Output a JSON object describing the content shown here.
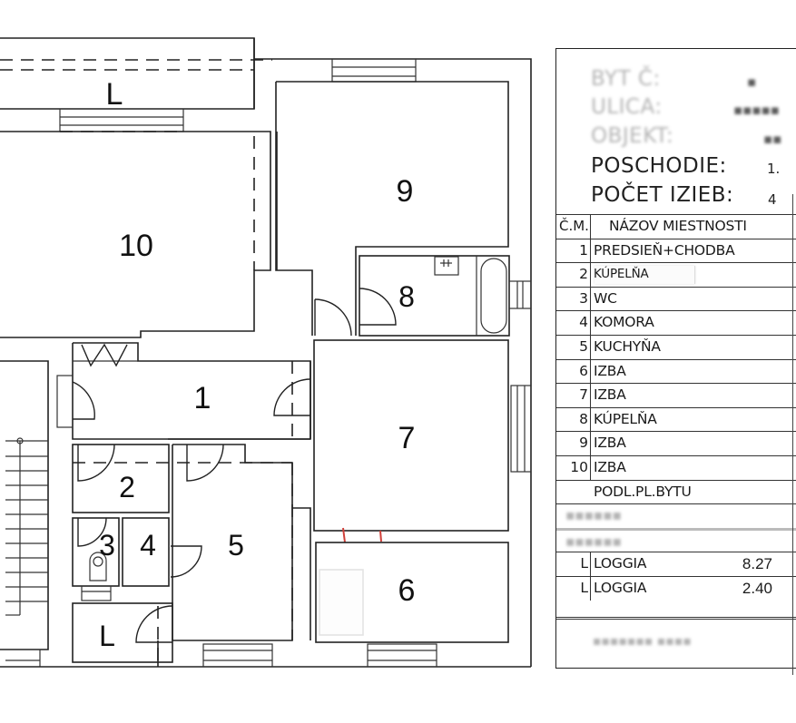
{
  "floorplan": {
    "rooms": [
      {
        "id": "1",
        "label": "1"
      },
      {
        "id": "2",
        "label": "2"
      },
      {
        "id": "3",
        "label": "3"
      },
      {
        "id": "4",
        "label": "4"
      },
      {
        "id": "5",
        "label": "5"
      },
      {
        "id": "6",
        "label": "6"
      },
      {
        "id": "7",
        "label": "7"
      },
      {
        "id": "8",
        "label": "8"
      },
      {
        "id": "9",
        "label": "9"
      },
      {
        "id": "10",
        "label": "10"
      },
      {
        "id": "L-top",
        "label": "L"
      },
      {
        "id": "L-bottom",
        "label": "L"
      }
    ],
    "accent_red": "#d0403a",
    "line_color": "#222222"
  },
  "legend": {
    "header": {
      "byt_c_label": "BYT Č:",
      "byt_c_value": "▪",
      "ulica_label": "ULICA:",
      "ulica_value": "▪▪▪▪▪",
      "objekt_label": "OBJEKT:",
      "objekt_value": "▪▪",
      "poschodie_label": "POSCHODIE:",
      "poschodie_value": "1.",
      "pocet_izieb_label": "POČET IZIEB:",
      "pocet_izieb_value": "4"
    },
    "table": {
      "col_num": "Č.M.",
      "col_name": "NÁZOV MIESTNOSTI",
      "rows": [
        {
          "num": "1",
          "name": "PREDSIEŇ+CHODBA",
          "area": ""
        },
        {
          "num": "2",
          "name": "KÚPELŇA",
          "area": ""
        },
        {
          "num": "3",
          "name": "WC",
          "area": ""
        },
        {
          "num": "4",
          "name": "KOMORA",
          "area": ""
        },
        {
          "num": "5",
          "name": "KUCHYŇA",
          "area": ""
        },
        {
          "num": "6",
          "name": "IZBA",
          "area": ""
        },
        {
          "num": "7",
          "name": "IZBA",
          "area": ""
        },
        {
          "num": "8",
          "name": "KÚPELŇA",
          "area": ""
        },
        {
          "num": "9",
          "name": "IZBA",
          "area": ""
        },
        {
          "num": "10",
          "name": "IZBA",
          "area": ""
        },
        {
          "num": "",
          "name": "PODL.PL.BYTU",
          "area": ""
        },
        {
          "num": "",
          "name": "▪▪▪▪▪▪",
          "area": ""
        },
        {
          "num": "",
          "name": "▪▪▪▪▪▪",
          "area": ""
        },
        {
          "num": "L",
          "name": "LOGGIA",
          "area": "8.27"
        },
        {
          "num": "L",
          "name": "LOGGIA",
          "area": "2.40"
        }
      ]
    },
    "footer": "▪▪▪▪▪▪▪ ▪▪▪▪"
  }
}
